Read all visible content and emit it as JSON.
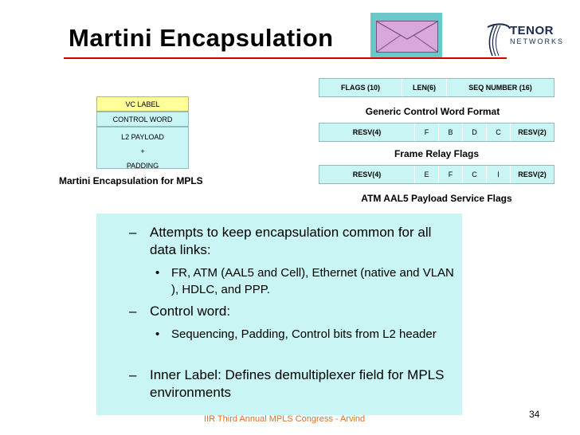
{
  "slide": {
    "title": "Martini Encapsulation",
    "logo": {
      "main": "TENOR",
      "sub": "NETWORKS"
    },
    "stack": {
      "cells": [
        "VC LABEL",
        "CONTROL WORD",
        "L2 PAYLOAD",
        "+",
        "PADDING"
      ],
      "label": "Martini Encapsulation for MPLS"
    },
    "formats": [
      {
        "cells": [
          "FLAGS (10)",
          "LEN(6)",
          "SEQ NUMBER (16)"
        ],
        "caption": "Generic Control Word Format"
      },
      {
        "cells": [
          "RESV(4)",
          "F",
          "B",
          "D",
          "C",
          "RESV(2)"
        ],
        "caption": "Frame Relay Flags"
      },
      {
        "cells": [
          "RESV(4)",
          "E",
          "F",
          "C",
          "I",
          "RESV(2)"
        ],
        "caption": "ATM AAL5 Payload Service Flags"
      }
    ],
    "bullets": {
      "b1": "Attempts to keep encapsulation common for all data links:",
      "b1a": "FR, ATM (AAL5 and Cell), Ethernet (native and VLAN ), HDLC, and PPP.",
      "b2": "Control word:",
      "b2a": "Sequencing, Padding, Control bits from L2 header",
      "b3": "Inner Label: Defines demultiplexer field for MPLS environments",
      "dash": "–",
      "dot": "•"
    },
    "footer": "IIR Third  Annual MPLS Congress - Arvind",
    "page_number": "34",
    "colors": {
      "accent_rule": "#d00000",
      "panel": "#c9f5f5",
      "highlight": "#ffff99",
      "footer_text": "#e07020"
    }
  }
}
